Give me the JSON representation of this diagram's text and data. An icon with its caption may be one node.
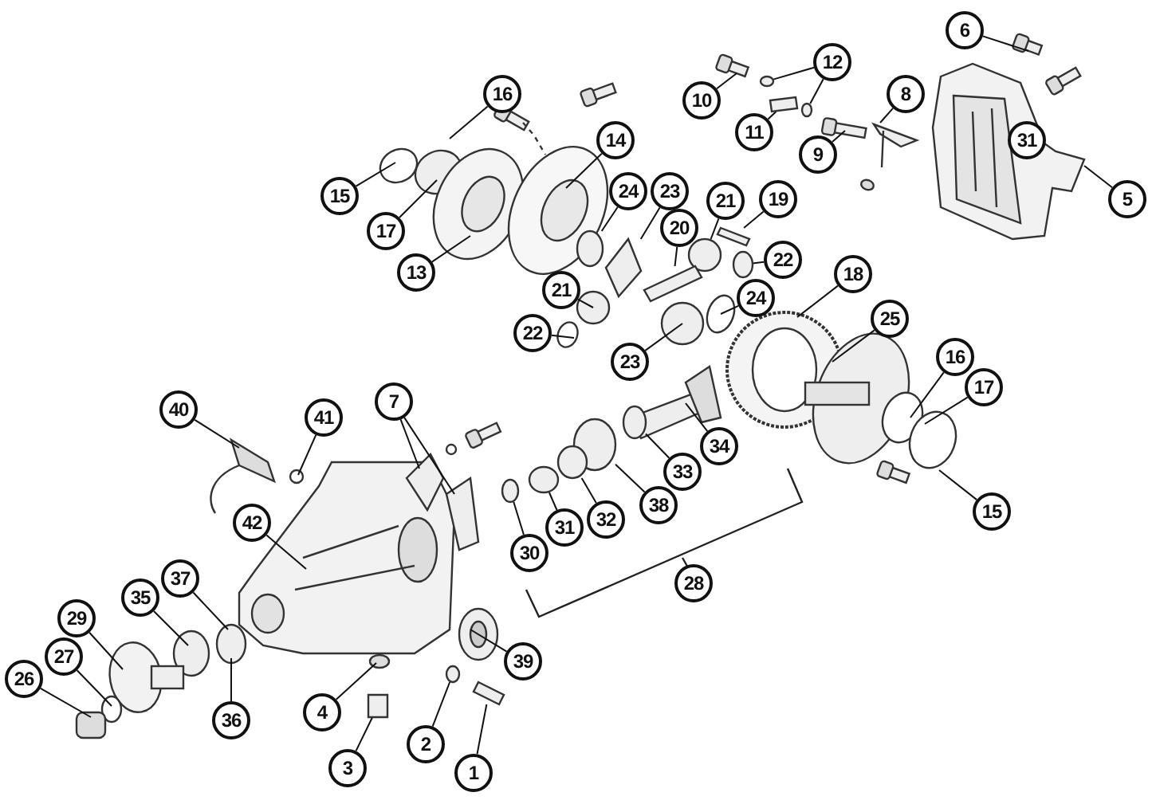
{
  "diagram": {
    "nodes": [
      {
        "text": [
          "6"
        ]
      },
      {
        "text": [
          "12"
        ]
      },
      {
        "text": [
          "16"
        ]
      },
      {
        "text": [
          "8"
        ]
      },
      {
        "text": [
          "10"
        ]
      },
      {
        "text": [
          "11"
        ]
      },
      {
        "text": [
          "14"
        ]
      },
      {
        "text": [
          "31"
        ]
      },
      {
        "text": [
          "9"
        ]
      },
      {
        "text": [
          "15"
        ]
      },
      {
        "text": [
          "24"
        ]
      },
      {
        "text": [
          "23"
        ]
      },
      {
        "text": [
          "21"
        ]
      },
      {
        "text": [
          "5"
        ]
      },
      {
        "text": [
          "19"
        ]
      },
      {
        "text": [
          "20"
        ]
      },
      {
        "text": [
          "17"
        ]
      },
      {
        "text": [
          "22"
        ]
      },
      {
        "text": [
          "13"
        ]
      },
      {
        "text": [
          "18"
        ]
      },
      {
        "text": [
          "21"
        ]
      },
      {
        "text": [
          "24"
        ]
      },
      {
        "text": [
          "25"
        ]
      },
      {
        "text": [
          "22"
        ]
      },
      {
        "text": [
          "16"
        ]
      },
      {
        "text": [
          "23"
        ]
      },
      {
        "text": [
          "17"
        ]
      },
      {
        "text": [
          "7"
        ]
      },
      {
        "text": [
          "40"
        ]
      },
      {
        "text": [
          "41"
        ]
      },
      {
        "text": [
          "34"
        ]
      },
      {
        "text": [
          "33"
        ]
      },
      {
        "text": [
          "38"
        ]
      },
      {
        "text": [
          "15"
        ]
      },
      {
        "text": [
          "42"
        ]
      },
      {
        "text": [
          "31"
        ]
      },
      {
        "text": [
          "32"
        ]
      },
      {
        "text": [
          "30"
        ]
      },
      {
        "text": [
          "37"
        ]
      },
      {
        "text": [
          "28"
        ]
      },
      {
        "text": [
          "35"
        ]
      },
      {
        "text": [
          "29"
        ]
      },
      {
        "text": [
          "27"
        ]
      },
      {
        "text": [
          "39"
        ]
      },
      {
        "text": [
          "26"
        ]
      },
      {
        "text": [
          "4"
        ]
      },
      {
        "text": [
          "36"
        ]
      },
      {
        "text": [
          "2"
        ]
      },
      {
        "text": [
          "3"
        ]
      },
      {
        "text": [
          "1"
        ]
      },
      {
        "text": [],
        "shape": "circle"
      },
      {
        "text": [],
        "shape": "box"
      },
      {
        "text": [],
        "shape": "circle"
      },
      {
        "text": [],
        "shape": "diamond"
      },
      {
        "text": [],
        "shape": "circle"
      },
      {
        "text": [],
        "shape": "box"
      },
      {
        "text": [],
        "shape": "circle"
      },
      {
        "text": [],
        "shape": "circle"
      },
      {
        "text": [],
        "shape": "circle"
      },
      {
        "text": [],
        "shape": "circle"
      },
      {
        "text": [],
        "shape": "box"
      },
      {
        "text": [],
        "shape": "box"
      },
      {
        "text": [],
        "shape": "box"
      },
      {
        "text": [],
        "shape": "circle"
      },
      {
        "text": [],
        "shape": "circle"
      },
      {
        "text": [],
        "shape": "circle"
      },
      {
        "text": [],
        "shape": "circle"
      }
    ],
    "edges": [
      {
        "from": 0,
        "to": null,
        "arrow": "none"
      },
      {
        "from": 1,
        "to": 66,
        "arrow": "none"
      },
      {
        "from": 1,
        "to": 50,
        "arrow": "none"
      },
      {
        "from": 2,
        "to": null,
        "arrow": "none"
      },
      {
        "from": 3,
        "to": null,
        "arrow": "none"
      },
      {
        "from": 4,
        "to": null,
        "arrow": "none"
      },
      {
        "from": 5,
        "to": 51,
        "arrow": "none"
      },
      {
        "from": 6,
        "to": null,
        "arrow": "none"
      },
      {
        "from": 8,
        "to": null,
        "arrow": "none"
      },
      {
        "from": 9,
        "to": null,
        "arrow": "none"
      },
      {
        "from": 10,
        "to": 52,
        "arrow": "none"
      },
      {
        "from": 11,
        "to": 53,
        "arrow": "none"
      },
      {
        "from": 12,
        "to": 54,
        "arrow": "none"
      },
      {
        "from": 13,
        "to": null,
        "arrow": "none"
      },
      {
        "from": 14,
        "to": 55,
        "arrow": "none"
      },
      {
        "from": 15,
        "to": 62,
        "arrow": "none"
      },
      {
        "from": 16,
        "to": null,
        "arrow": "none"
      },
      {
        "from": 17,
        "to": 56,
        "arrow": "none"
      },
      {
        "from": 18,
        "to": null,
        "arrow": "none"
      },
      {
        "from": 19,
        "to": null,
        "arrow": "none"
      },
      {
        "from": 20,
        "to": null,
        "arrow": "none"
      },
      {
        "from": 21,
        "to": null,
        "arrow": "none"
      },
      {
        "from": 22,
        "to": null,
        "arrow": "none"
      },
      {
        "from": 23,
        "to": null,
        "arrow": "none"
      },
      {
        "from": 24,
        "to": null,
        "arrow": "none"
      },
      {
        "from": 25,
        "to": null,
        "arrow": "none"
      },
      {
        "from": 26,
        "to": null,
        "arrow": "none"
      },
      {
        "from": 27,
        "to": null,
        "arrow": "none"
      },
      {
        "from": 27,
        "to": null,
        "arrow": "none"
      },
      {
        "from": 28,
        "to": null,
        "arrow": "none"
      },
      {
        "from": 29,
        "to": null,
        "arrow": "none"
      },
      {
        "from": 30,
        "to": null,
        "arrow": "none"
      },
      {
        "from": 31,
        "to": 63,
        "arrow": "none"
      },
      {
        "from": 32,
        "to": 59,
        "arrow": "none"
      },
      {
        "from": 33,
        "to": null,
        "arrow": "none"
      },
      {
        "from": 34,
        "to": null,
        "arrow": "none"
      },
      {
        "from": 35,
        "to": 58,
        "arrow": "none"
      },
      {
        "from": 36,
        "to": 64,
        "arrow": "none"
      },
      {
        "from": 37,
        "to": 57,
        "arrow": "none"
      },
      {
        "from": 38,
        "to": null,
        "arrow": "none"
      },
      {
        "from": 40,
        "to": null,
        "arrow": "none"
      },
      {
        "from": 41,
        "to": null,
        "arrow": "none"
      },
      {
        "from": 42,
        "to": null,
        "arrow": "none"
      },
      {
        "from": 43,
        "to": null,
        "arrow": "none"
      },
      {
        "from": 44,
        "to": null,
        "arrow": "none"
      },
      {
        "from": 45,
        "to": null,
        "arrow": "none"
      },
      {
        "from": 46,
        "to": null,
        "arrow": "none"
      },
      {
        "from": 47,
        "to": 65,
        "arrow": "none"
      },
      {
        "from": 48,
        "to": 60,
        "arrow": "none"
      },
      {
        "from": 49,
        "to": 61,
        "arrow": "none"
      }
    ]
  }
}
